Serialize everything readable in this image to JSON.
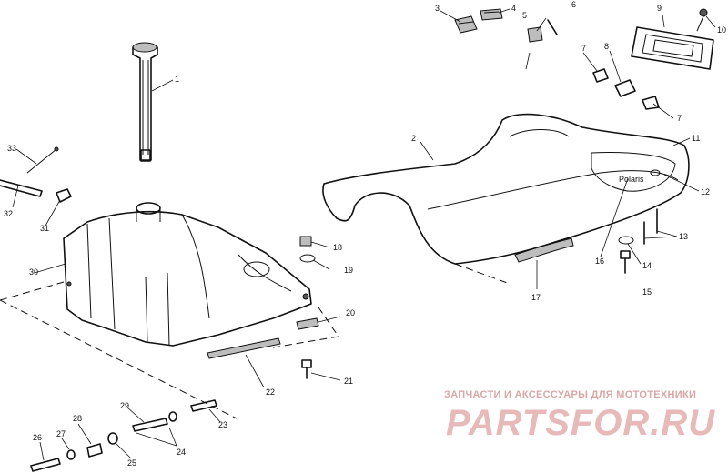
{
  "watermark": {
    "subtitle": "ЗАПЧАСТИ И АКСЕССУАРЫ ДЛЯ МОТОТЕХНИКИ",
    "brand": "PARTSFOR.RU"
  },
  "callouts": {
    "c1": "1",
    "c2": "2",
    "c3": "3",
    "c4": "4",
    "c5": "5",
    "c6": "6",
    "c7a": "7",
    "c7b": "7",
    "c8": "8",
    "c9": "9",
    "c10": "10",
    "c11": "11",
    "c12": "12",
    "c13": "13",
    "c14": "14",
    "c15": "15",
    "c16": "16",
    "c17": "17",
    "c18": "18",
    "c19": "19",
    "c20": "20",
    "c21": "21",
    "c22": "22",
    "c23": "23",
    "c24": "24",
    "c25": "25",
    "c26": "26",
    "c27": "27",
    "c28": "28",
    "c29": "29",
    "c30": "30",
    "c31": "31",
    "c32": "32",
    "c33": "33"
  }
}
